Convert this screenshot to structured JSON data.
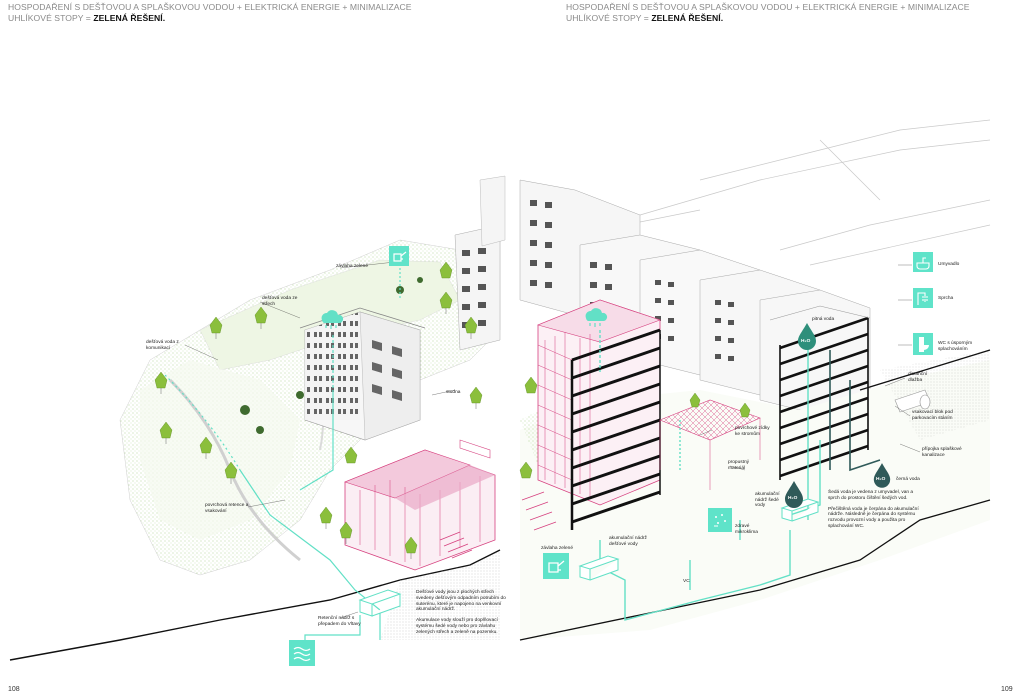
{
  "header": {
    "left_line1": "HOSPODAŘENÍ S DEŠŤOVOU  A SPLAŠKOVOU VODOU + ELEKTRICKÁ ENERGIE + MINIMALIZACE",
    "left_line2_prefix": "UHLÍKOVÉ STOPY = ",
    "left_line2_bold": "ZELENÁ ŘEŠENÍ.",
    "right_line1": "HOSPODAŘENÍ S DEŠŤOVOU  A SPLAŠKOVOU VODOU + ELEKTRICKÁ ENERGIE + MINIMALIZACE",
    "right_line2_prefix": "UHLÍKOVÉ STOPY = ",
    "right_line2_bold": "ZELENÁ ŘEŠENÍ."
  },
  "page_numbers": {
    "left": "108",
    "right": "109"
  },
  "left_labels": {
    "zavlaha": "závlaha zelené",
    "destova_strechy_1": "dešťová voda ze",
    "destova_strechy_2": "střech",
    "destova_komunikace_1": "dešťová voda z",
    "destova_komunikace_2": "komunikací",
    "studna": "studna",
    "povrchova_1": "povrchová retence a",
    "povrchova_2": "vsakování",
    "retencni_1": "Retenční nádrž s",
    "retencni_2": "přepadem do Vltavy"
  },
  "left_paragraphs": {
    "p1": "Dešťové vody jsou z plochých střech svedeny dešťovým odpadním potrubím do suterénu, které je napojeno na venkovní akumulační nádrž.",
    "p2": "Akumulace vody slouží pro doplňovací systému šedé vody nebo pro závlahu zelených střech a zeleně na pozemku."
  },
  "right_labels": {
    "umyvadlo": "Umyvadlo",
    "sprcha": "Sprcha",
    "wc_1": "WC s úsporným",
    "wc_2": "splachováním",
    "pitna": "pitná voda",
    "h2o": "H₂O",
    "distancni_1": "distanční",
    "distancni_2": "dlažba",
    "vsakovaci_1": "vsakovací blok pod",
    "vsakovaci_2": "parkovacím stáním",
    "povrchove_1": "povrchové zídky",
    "povrchove_2": "ke stromům",
    "propustny_1": "propustný",
    "propustny_2": "materiál",
    "pripojka_1": "přípojka splaškové",
    "pripojka_2": "kanalizace",
    "cerna": "černá voda",
    "akum_sede_1": "akumulační",
    "akum_sede_2": "nádrž šedé",
    "akum_sede_3": "vody",
    "zdrave_1": "zdravé",
    "zdrave_2": "mikroklima",
    "zavlaha": "závlaha zelené",
    "akum_destove_1": "akumulační nádrž",
    "akum_destove_2": "dešťové vody",
    "vc": "VC"
  },
  "right_paragraphs": {
    "p1": "Šedá voda je vedena z umyvadel, van a sprch do prostoru čištění šedých vod.",
    "p2": "Přečištěná voda je čerpána do akumulační nádrže. Následně je čerpána do systému rozvodu provozní vody a použita pro splachování WC."
  },
  "colors": {
    "accent_mint": "#5fe3c9",
    "water_line": "#62e0c6",
    "pink_structure": "#d6417f",
    "dark_teal": "#2f5a59",
    "green_tree": "#8bbf3c",
    "ground_dot": "#bfd9a6"
  },
  "icons": [
    "watering-can-icon",
    "rain-cloud-icon",
    "water-waves-icon",
    "sink-icon",
    "shower-icon",
    "toilet-icon",
    "water-drop-icon",
    "microclimate-icon"
  ]
}
